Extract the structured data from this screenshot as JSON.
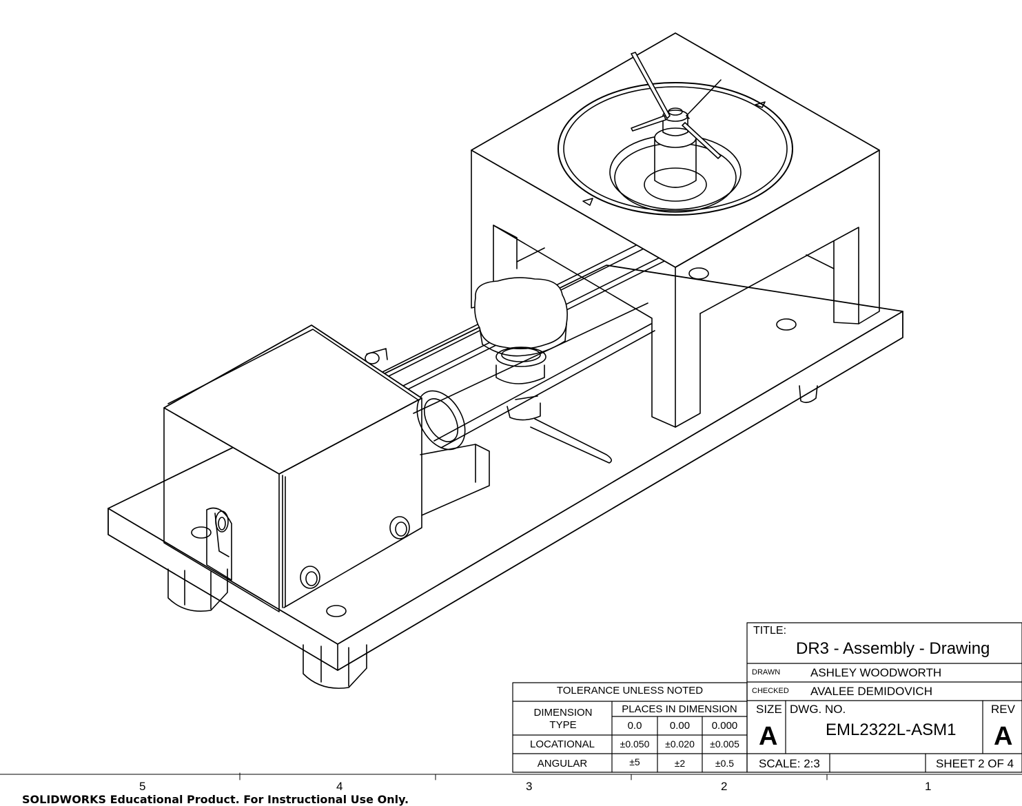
{
  "title_block": {
    "title_label": "TITLE:",
    "title": "DR3 - Assembly - Drawing",
    "drawn_label": "DRAWN",
    "drawn_by": "ASHLEY WOODWORTH",
    "checked_label": "CHECKED",
    "checked_by": "AVALEE DEMIDOVICH",
    "size_label": "SIZE",
    "size": "A",
    "dwg_no_label": "DWG.  NO.",
    "dwg_no": "EML2322L-ASM1",
    "rev_label": "REV",
    "rev": "A",
    "scale": "SCALE:  2:3",
    "sheet": "SHEET 2 OF 4"
  },
  "tolerance": {
    "header": "TOLERANCE UNLESS NOTED",
    "dimension_type": "DIMENSION TYPE",
    "places_header": "PLACES IN DIMENSION",
    "places": [
      "0.0",
      "0.00",
      "0.000"
    ],
    "locational_label": "LOCATIONAL",
    "locational": [
      "±0.050",
      "±0.020",
      "±0.005"
    ],
    "angular_label": "ANGULAR",
    "angular": [
      "±5",
      "±2",
      "±0.5"
    ]
  },
  "zones": [
    "5",
    "4",
    "3",
    "2",
    "1"
  ],
  "footer": "SOLIDWORKS Educational Product. For Instructional Use Only."
}
